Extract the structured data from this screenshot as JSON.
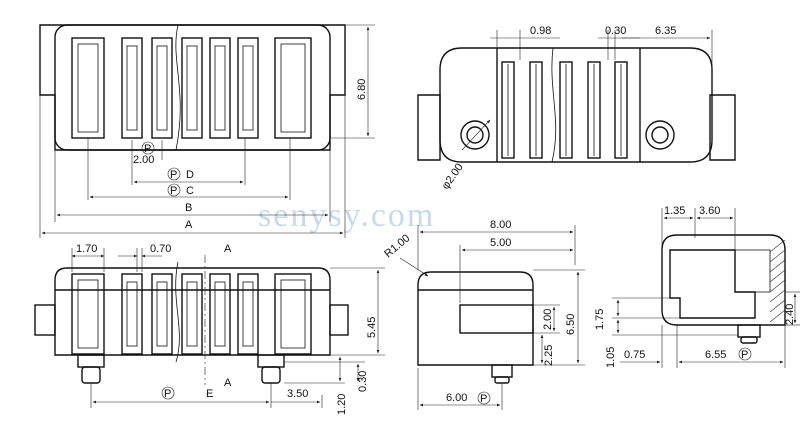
{
  "watermark": "senysy.com",
  "top_left_view": {
    "labels": {
      "dim_height": "6.80",
      "pitch_p": "P",
      "pitch_value": "2.00",
      "dim_d": "D",
      "dim_c": "C",
      "dim_b": "B",
      "dim_a": "A"
    }
  },
  "top_right_view": {
    "labels": {
      "dim_098": "0.98",
      "dim_030": "0.30",
      "dim_635": "6.35",
      "hole_dia": "φ2.00"
    }
  },
  "bottom_left_view": {
    "labels": {
      "dim_170": "1.70",
      "dim_070": "0.70",
      "section_a_top": "A",
      "section_a_bottom": "A",
      "dim_545": "5.45",
      "dim_030": "0.30",
      "dim_120": "1.20",
      "dim_350": "3.50",
      "dim_e": "E",
      "pitch_p": "P"
    }
  },
  "side_view": {
    "labels": {
      "radius": "R1.00",
      "dim_800": "8.00",
      "dim_500": "5.00",
      "dim_200": "2.00",
      "dim_225": "2.25",
      "dim_650": "6.50",
      "dim_600": "6.00",
      "pitch_p": "P"
    }
  },
  "section_view": {
    "labels": {
      "dim_135": "1.35",
      "dim_360": "3.60",
      "dim_175": "1.75",
      "dim_105": "1.05",
      "dim_075": "0.75",
      "dim_655": "6.55",
      "dim_240": "2.40",
      "pitch_p": "P"
    }
  }
}
